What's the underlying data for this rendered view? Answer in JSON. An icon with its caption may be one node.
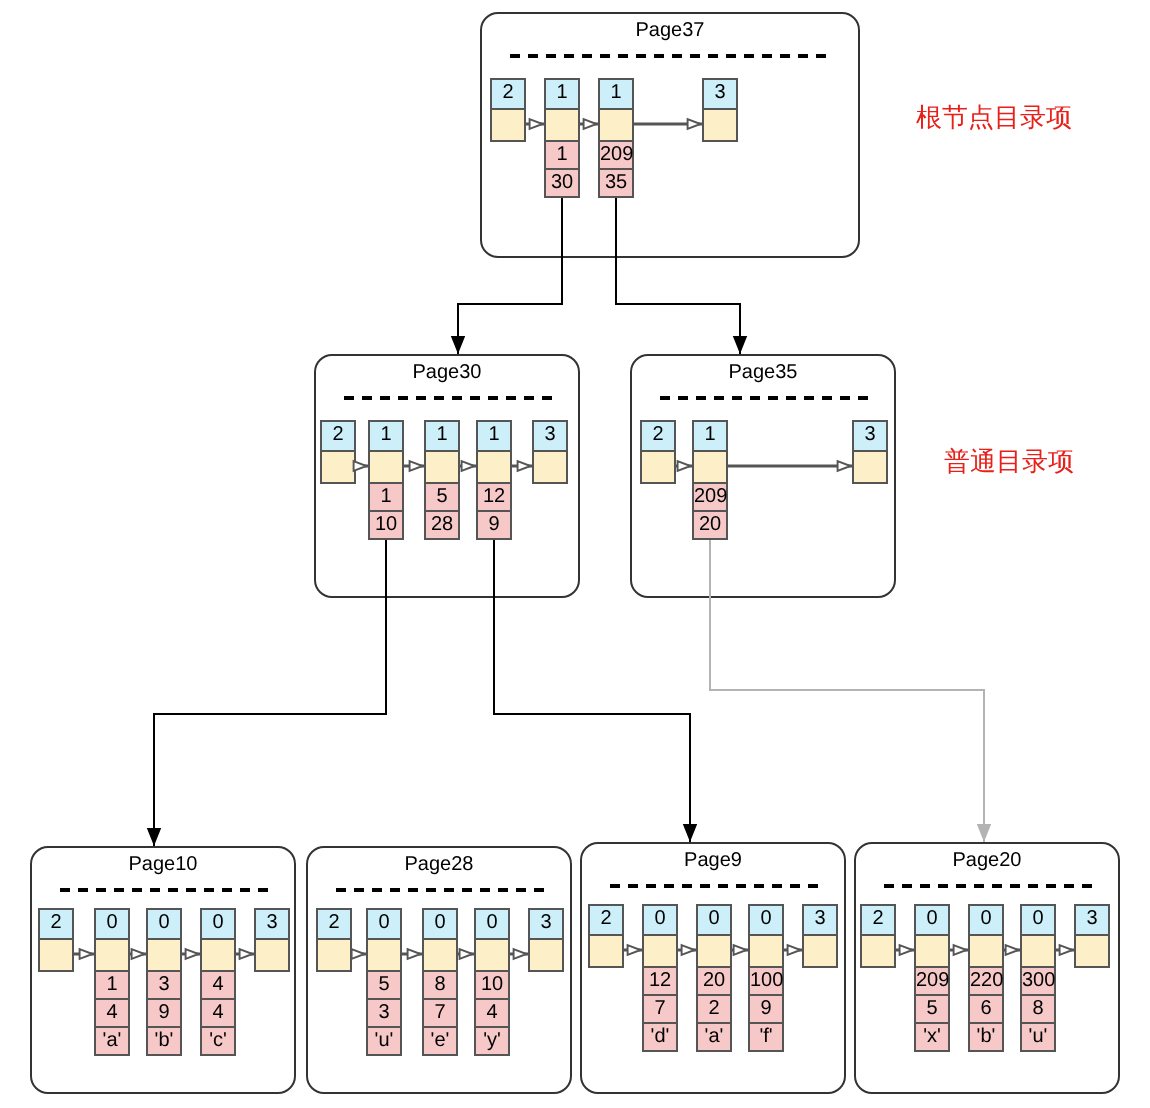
{
  "diagram": {
    "nodes": [
      {
        "text": [
          "Page37"
        ]
      },
      {
        "text": [
          "2"
        ],
        "in": 0
      },
      {
        "text": [
          "1",
          "1",
          "30"
        ],
        "in": 0
      },
      {
        "text": [
          "1",
          "209",
          "35"
        ],
        "in": 0
      },
      {
        "text": [
          "3"
        ],
        "in": 0
      },
      {
        "text": [
          "Page30"
        ]
      },
      {
        "text": [
          "2"
        ],
        "in": 5
      },
      {
        "text": [
          "1",
          "1",
          "10"
        ],
        "in": 5
      },
      {
        "text": [
          "1",
          "5",
          "28"
        ],
        "in": 5
      },
      {
        "text": [
          "1",
          "12",
          "9"
        ],
        "in": 5
      },
      {
        "text": [
          "3"
        ],
        "in": 5
      },
      {
        "text": [
          "Page35"
        ]
      },
      {
        "text": [
          "2"
        ],
        "in": 11
      },
      {
        "text": [
          "1",
          "209",
          "20"
        ],
        "in": 11
      },
      {
        "text": [
          "3"
        ],
        "in": 11
      },
      {
        "text": [
          "Page10"
        ]
      },
      {
        "text": [
          "2"
        ],
        "in": 15
      },
      {
        "text": [
          "0",
          "1",
          "4",
          "'a'"
        ],
        "in": 15
      },
      {
        "text": [
          "0",
          "3",
          "9",
          "'b'"
        ],
        "in": 15
      },
      {
        "text": [
          "0",
          "4",
          "4",
          "'c'"
        ],
        "in": 15
      },
      {
        "text": [
          "3"
        ],
        "in": 15
      },
      {
        "text": [
          "Page28"
        ]
      },
      {
        "text": [
          "2"
        ],
        "in": 21
      },
      {
        "text": [
          "0",
          "5",
          "3",
          "'u'"
        ],
        "in": 21
      },
      {
        "text": [
          "0",
          "8",
          "7",
          "'e'"
        ],
        "in": 21
      },
      {
        "text": [
          "0",
          "10",
          "4",
          "'y'"
        ],
        "in": 21
      },
      {
        "text": [
          "3"
        ],
        "in": 21
      },
      {
        "text": [
          "Page9"
        ]
      },
      {
        "text": [
          "2"
        ],
        "in": 27
      },
      {
        "text": [
          "0",
          "12",
          "7",
          "'d'"
        ],
        "in": 27
      },
      {
        "text": [
          "0",
          "20",
          "2",
          "'a'"
        ],
        "in": 27
      },
      {
        "text": [
          "0",
          "100",
          "9",
          "'f'"
        ],
        "in": 27
      },
      {
        "text": [
          "3"
        ],
        "in": 27
      },
      {
        "text": [
          "Page20"
        ]
      },
      {
        "text": [
          "2"
        ],
        "in": 33
      },
      {
        "text": [
          "0",
          "209",
          "5",
          "'x'"
        ],
        "in": 33
      },
      {
        "text": [
          "0",
          "220",
          "6",
          "'b'"
        ],
        "in": 33
      },
      {
        "text": [
          "0",
          "300",
          "8",
          "'u'"
        ],
        "in": 33
      },
      {
        "text": [
          "3"
        ],
        "in": 33
      }
    ],
    "edges": [
      {
        "from": 1,
        "to": 2,
        "arrow": "to"
      },
      {
        "from": 2,
        "to": 3,
        "arrow": "to"
      },
      {
        "from": 3,
        "to": 4,
        "arrow": "to"
      },
      {
        "from": 2,
        "to": 5,
        "arrow": "to"
      },
      {
        "from": 3,
        "to": 11,
        "arrow": "to"
      },
      {
        "from": 6,
        "to": 7,
        "arrow": "to"
      },
      {
        "from": 7,
        "to": 8,
        "arrow": "to"
      },
      {
        "from": 8,
        "to": 9,
        "arrow": "to"
      },
      {
        "from": 9,
        "to": 10,
        "arrow": "to"
      },
      {
        "from": 7,
        "to": 15,
        "arrow": "to"
      },
      {
        "from": 9,
        "to": 27,
        "arrow": "to"
      },
      {
        "from": 12,
        "to": 13,
        "arrow": "to"
      },
      {
        "from": 13,
        "to": 14,
        "arrow": "to"
      },
      {
        "from": 13,
        "to": 33,
        "arrow": "to",
        "color": "#b3b3b3"
      },
      {
        "from": 16,
        "to": 17,
        "arrow": "to"
      },
      {
        "from": 17,
        "to": 18,
        "arrow": "to"
      },
      {
        "from": 18,
        "to": 19,
        "arrow": "to"
      },
      {
        "from": 19,
        "to": 20,
        "arrow": "to"
      },
      {
        "from": 22,
        "to": 23,
        "arrow": "to"
      },
      {
        "from": 23,
        "to": 24,
        "arrow": "to"
      },
      {
        "from": 24,
        "to": 25,
        "arrow": "to"
      },
      {
        "from": 25,
        "to": 26,
        "arrow": "to"
      },
      {
        "from": 28,
        "to": 29,
        "arrow": "to"
      },
      {
        "from": 29,
        "to": 30,
        "arrow": "to"
      },
      {
        "from": 30,
        "to": 31,
        "arrow": "to"
      },
      {
        "from": 31,
        "to": 32,
        "arrow": "to"
      },
      {
        "from": 34,
        "to": 35,
        "arrow": "to"
      },
      {
        "from": 35,
        "to": 36,
        "arrow": "to"
      },
      {
        "from": 36,
        "to": 37,
        "arrow": "to"
      },
      {
        "from": 37,
        "to": 38,
        "arrow": "to"
      }
    ],
    "labels": [
      "根节点目录项",
      "普通目录项"
    ]
  }
}
